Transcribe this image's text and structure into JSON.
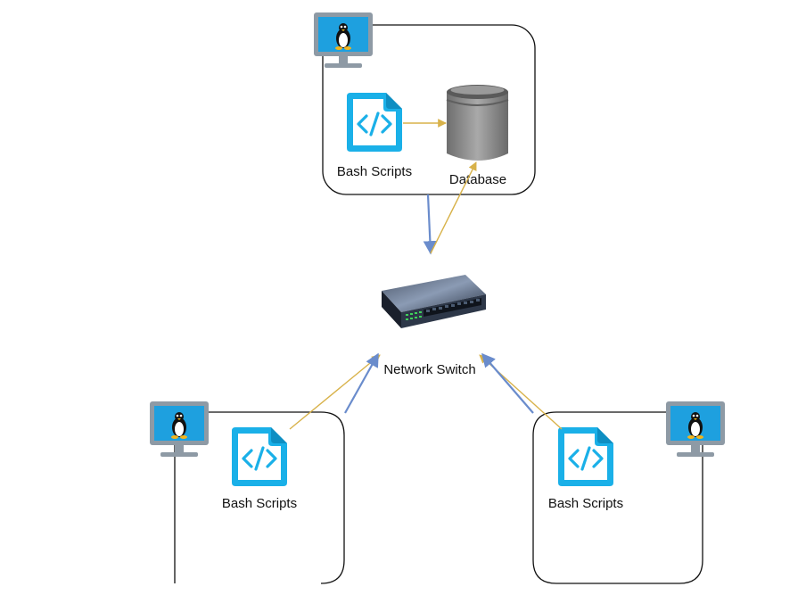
{
  "nodes": {
    "server_top": {
      "script_label": "Bash Scripts",
      "db_label": "Database"
    },
    "switch": {
      "label": "Network Switch"
    },
    "client_left": {
      "script_label": "Bash Scripts"
    },
    "client_right": {
      "script_label": "Bash Scripts"
    }
  },
  "colors": {
    "box_stroke": "#111111",
    "script_icon": "#1ab0e8",
    "arrow_gold": "#d8b24a",
    "arrow_blue": "#6a8ccc",
    "monitor_frame": "#8e9aa5",
    "monitor_screen": "#1ea0df",
    "db_body": "#8c8c8c"
  }
}
